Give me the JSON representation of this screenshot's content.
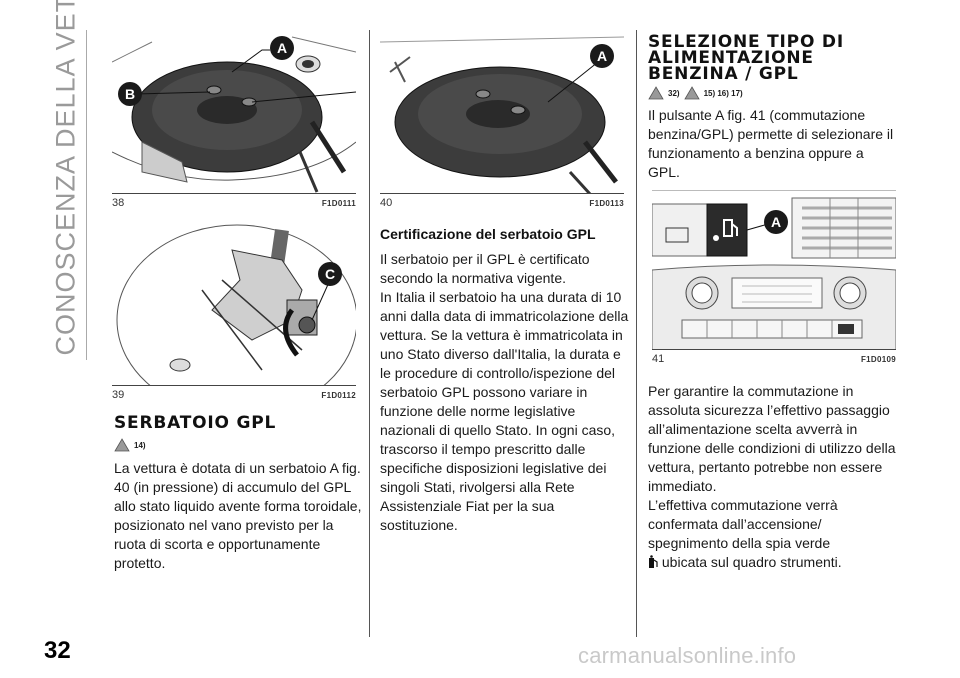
{
  "side_title": "CONOSCENZA DELLA VETTURA",
  "page_number": "32",
  "watermark": "carmanualsonline.info",
  "figures": {
    "fig38": {
      "number": "38",
      "code": "F1D0111",
      "callouts": [
        "A",
        "B"
      ]
    },
    "fig39": {
      "number": "39",
      "code": "F1D0112",
      "callouts": [
        "C"
      ]
    },
    "fig40": {
      "number": "40",
      "code": "F1D0113",
      "callouts": [
        "A"
      ]
    },
    "fig41": {
      "number": "41",
      "code": "F1D0109",
      "callouts": [
        "A"
      ]
    }
  },
  "col1": {
    "heading": "SERBATOIO GPL",
    "warning_refs": "14)",
    "paragraph": "La vettura è dotata di un serbatoio A fig. 40 (in pressione) di accumulo del GPL allo stato liquido avente forma toroidale, posizionato nel vano previsto per la ruota di scorta e opportunamente protetto."
  },
  "col2": {
    "heading": "Certificazione del serbatoio GPL",
    "paragraph1": "Il serbatoio per il GPL è certificato secondo la normativa vigente.",
    "paragraph2": "In Italia il serbatoio ha una durata di 10 anni dalla data di immatricolazione della vettura. Se la vettura è immatricolata in uno Stato diverso dall'Italia, la durata e le procedure di controllo/ispezione del serbatoio GPL possono variare in funzione delle norme legislative nazionali di quello Stato. In ogni caso, trascorso il tempo prescritto dalle specifiche disposizioni legislative dei singoli Stati, rivolgersi alla Rete Assistenziale Fiat per la sua sostituzione."
  },
  "col3": {
    "heading_line1": "SELEZIONE TIPO DI",
    "heading_line2": "ALIMENTAZIONE",
    "heading_line3": "BENZINA / GPL",
    "warning_ref_a": "32)",
    "warning_ref_b": "15) 16) 17)",
    "paragraph1": "Il pulsante A fig. 41 (commutazione benzina/GPL) permette di selezionare il funzionamento a benzina oppure a GPL.",
    "paragraph2": "Per garantire la commutazione in assoluta sicurezza l’effettivo passaggio all’alimentazione scelta avverrà in funzione delle condizioni di utilizzo della vettura, pertanto potrebbe non essere immediato.",
    "paragraph3": "L’effettiva commutazione verrà confermata dall’accensione/ spegnimento della spia verde",
    "paragraph3_end": "ubicata sul quadro strumenti."
  },
  "icons": {
    "warning": "warning-triangle-icon",
    "lpg_lamp": "lpg-fuel-lamp-icon"
  }
}
